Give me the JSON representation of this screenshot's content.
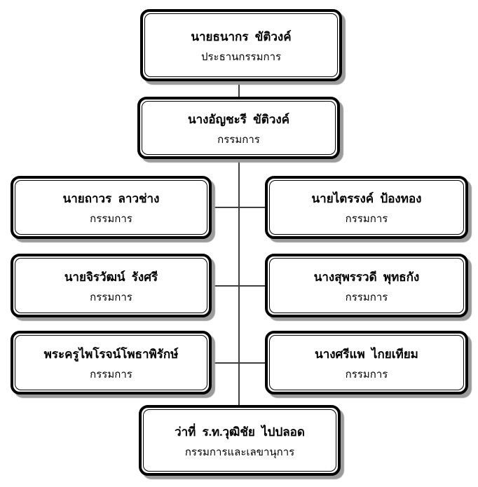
{
  "org_chart": {
    "description_type": "organization-chart",
    "colors": {
      "background": "#ffffff",
      "box_border": "#000000",
      "box_fill": "#ffffff",
      "box_shadow": "#9b9b9b",
      "connector_line": "#3f3f3f",
      "text": "#000000"
    },
    "nodes": [
      {
        "name": "นายธนากร ขัติวงค์",
        "role": "ประธานกรรมการ"
      },
      {
        "name": "นางอัญชะรี ขัติวงค์",
        "role": "กรรมการ"
      },
      {
        "name": "นายถาวร ลาวช่าง",
        "role": "กรรมการ"
      },
      {
        "name": "นายไตรรงค์ ป้องทอง",
        "role": "กรรมการ"
      },
      {
        "name": "นายจิรวัฒน์ รังศรี",
        "role": "กรรมการ"
      },
      {
        "name": "นางสุพรรวดี พุทธกัง",
        "role": "กรรมการ"
      },
      {
        "name": "พระครูไพโรจน์โพธาพิรักษ์",
        "role": "กรรมการ"
      },
      {
        "name": "นางศรีแพ ไกยเทียม",
        "role": "กรรมการ"
      },
      {
        "name": "ว่าที่ ร.ท.วุฒิชัย ไปปลอด",
        "role": "กรรมการและเลขานุการ"
      }
    ]
  }
}
